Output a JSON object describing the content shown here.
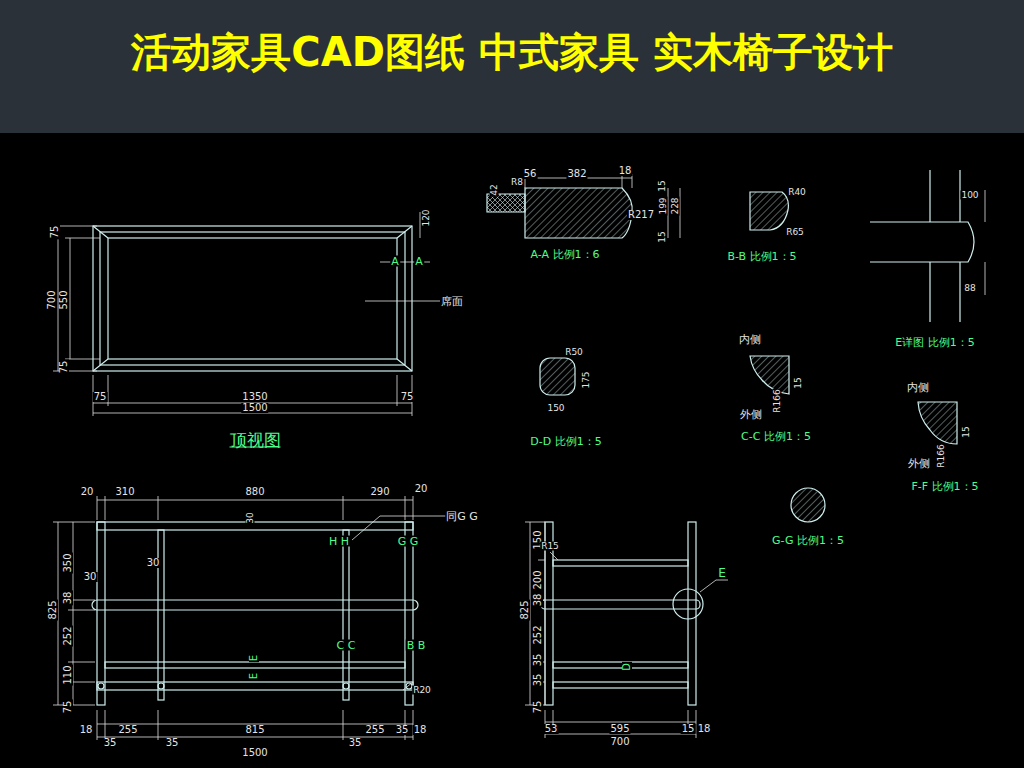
{
  "diagram": {
    "title": "活动家具CAD图纸 中式家具 实木椅子设计",
    "labels": [
      "75",
      "700",
      "550",
      "75",
      "120",
      "A",
      "A",
      "席面",
      "75",
      "1350",
      "75",
      "1500",
      "顶视图",
      "56",
      "382",
      "18",
      "42",
      "R8",
      "R217",
      "15",
      "199",
      "228",
      "15",
      "A-A 比例1：6",
      "R40",
      "R65",
      "B-B 比例1：5",
      "100",
      "88",
      "E详图 比例1：5",
      "R50",
      "175",
      "150",
      "D-D 比例1：5",
      "内侧",
      "15",
      "R166",
      "外侧",
      "C-C 比例1：5",
      "内侧",
      "15",
      "R166",
      "外侧",
      "F-F 比例1：5",
      "G-G 比例1：5",
      "20",
      "310",
      "880",
      "290",
      "20",
      "30",
      "同G G",
      "H H",
      "G G",
      "825",
      "350",
      "38",
      "252",
      "110",
      "75",
      "30",
      "30",
      "C C",
      "B B",
      "E",
      "E",
      "R20",
      "18",
      "255",
      "815",
      "255",
      "35",
      "18",
      "35",
      "35",
      "35",
      "1500",
      "825",
      "150",
      "200",
      "38",
      "252",
      "35",
      "35",
      "75",
      "R15",
      "E",
      "D",
      "53",
      "595",
      "15",
      "18",
      "700"
    ]
  }
}
